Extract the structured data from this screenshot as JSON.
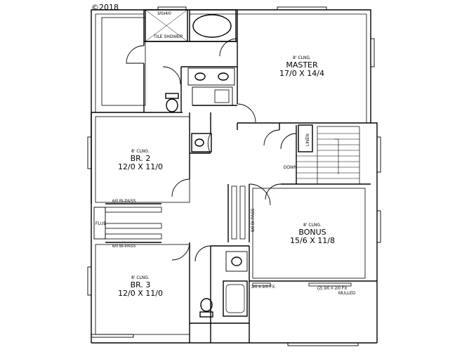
{
  "watermark": "©2018",
  "rooms": {
    "master": {
      "ceiling": "8' CLNG.",
      "name": "MASTER",
      "dims": "17/0 X 14/4"
    },
    "br2": {
      "ceiling": "8' CLNG.",
      "name": "BR. 2",
      "dims": "12/0 X 11/0"
    },
    "br3": {
      "ceiling": "8' CLNG.",
      "name": "BR. 3",
      "dims": "12/0 X 11/0"
    },
    "bonus": {
      "ceiling": "8' CLNG.",
      "name": "BONUS",
      "dims": "15/6 X 11/8"
    }
  },
  "notes": {
    "shower_size": "3/0x4/0",
    "tile_shower": "TILE SHOWER",
    "linen": "LINEN",
    "down": "DOWN",
    "flue": "FLUE",
    "bipass_upper": "6/0 BI-PASS",
    "bipass_lower": "6/0 BI-PASS",
    "bipass_hall": "6/0 BI-PASS",
    "window_fx": "3/0 X 2/0 FX.",
    "window_mulled_1": "(2) 3/0 X 2/0 FX",
    "window_mulled_2": "MULLED"
  }
}
